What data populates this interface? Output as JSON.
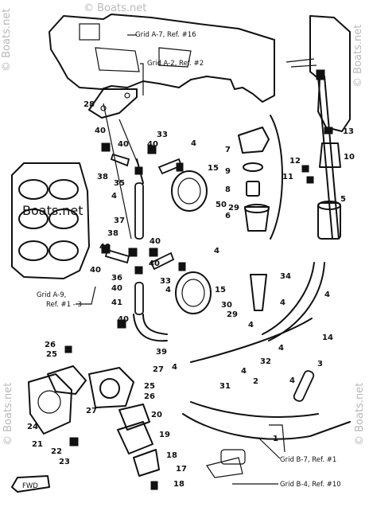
{
  "watermarks": {
    "top": "© Boats.net",
    "center": "Boats.net",
    "left_vertical": "© Boats.net",
    "right_vertical": "© Boats.net",
    "bottom_left": "© Boats.net",
    "bottom_right": "© Boats.net"
  },
  "grid_refs": {
    "a7": "Grid A-7, Ref. #16",
    "a2": "Grid A-2, Ref. #2",
    "a9_line1": "Grid A-9,",
    "a9_line2": "Ref. #1 - 3",
    "b7": "Grid B-7, Ref. #1",
    "b4": "Grid B-4, Ref. #10"
  },
  "fwd_label": "FWD",
  "part_numbers": {
    "p28": "28",
    "p40a": "40",
    "p40b": "40",
    "p40c": "40",
    "p33a": "33",
    "p4a": "4",
    "p38a": "38",
    "p35": "35",
    "p4b": "4",
    "p15a": "15",
    "p37": "37",
    "p38b": "38",
    "p40d": "40",
    "p40e": "40",
    "p40f": "40",
    "p4c": "4",
    "p36": "36",
    "p40g": "40",
    "p33b": "33",
    "p4d": "4",
    "p41": "41",
    "p40h": "40",
    "p39": "39",
    "p15b": "15",
    "p30": "30",
    "p29a": "29",
    "p34": "34",
    "p4e": "4",
    "p4f": "4",
    "p4g": "4",
    "p4h": "4",
    "p32": "32",
    "p4i": "4",
    "p14": "14",
    "p3": "3",
    "p2": "2",
    "p4j": "4",
    "p31": "31",
    "p7": "7",
    "p9": "9",
    "p8": "8",
    "p6": "6",
    "p50": "50",
    "p29b": "29",
    "p13": "13",
    "p12": "12",
    "p10": "10",
    "p11": "11",
    "p5": "5",
    "p1": "1",
    "p4k": "4",
    "p26": "26",
    "p25": "25",
    "p27a": "27",
    "p26b": "26",
    "p25b": "25",
    "p27b": "27",
    "p20": "20",
    "p24": "24",
    "p21": "21",
    "p22": "22",
    "p23": "23",
    "p19": "19",
    "p18a": "18",
    "p17": "17",
    "p18b": "18"
  }
}
